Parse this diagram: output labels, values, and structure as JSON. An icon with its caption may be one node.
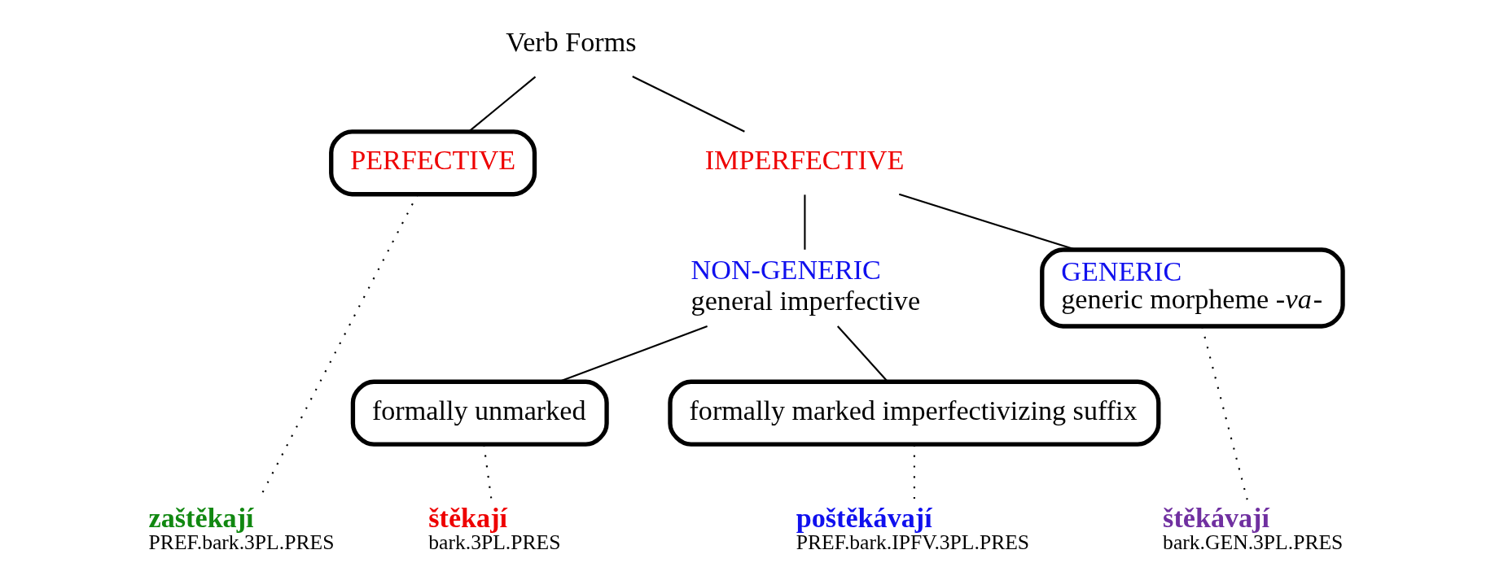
{
  "diagram": {
    "nodes": [
      {
        "text": [
          "Verb Forms"
        ]
      },
      {
        "text": [
          "PERFECTIVE"
        ]
      },
      {
        "text": [
          "IMPERFECTIVE"
        ]
      },
      {
        "text": [
          "NON-GENERIC",
          "general imperfective"
        ]
      },
      {
        "text": [
          "GENERIC",
          "generic morpheme -*va*-"
        ]
      },
      {
        "text": [
          "formally unmarked"
        ]
      },
      {
        "text": [
          "formally marked imperfectivizing suffix"
        ]
      },
      {
        "text": [
          "zaštěkají",
          "PREF.bark.3PL.PRES"
        ]
      },
      {
        "text": [
          "štěkají",
          "bark.3PL.PRES"
        ]
      },
      {
        "text": [
          "poštěkávají",
          "PREF.bark.IPFV.3PL.PRES"
        ]
      },
      {
        "text": [
          "štěkávají",
          "bark.GEN.3PL.PRES"
        ]
      }
    ],
    "edges": [
      {
        "from": 0,
        "to": 1,
        "arrow": "none"
      },
      {
        "from": 0,
        "to": 2,
        "arrow": "none"
      },
      {
        "from": 2,
        "to": 3,
        "arrow": "none"
      },
      {
        "from": 2,
        "to": 4,
        "arrow": "none"
      },
      {
        "from": 3,
        "to": 5,
        "arrow": "none"
      },
      {
        "from": 3,
        "to": 6,
        "arrow": "none"
      },
      {
        "from": 1,
        "to": 7,
        "arrow": "none",
        "style": "dashed"
      },
      {
        "from": 5,
        "to": 8,
        "arrow": "none",
        "style": "dashed"
      },
      {
        "from": 6,
        "to": 9,
        "arrow": "none",
        "style": "dashed"
      },
      {
        "from": 4,
        "to": 10,
        "arrow": "none",
        "style": "dashed"
      }
    ]
  }
}
